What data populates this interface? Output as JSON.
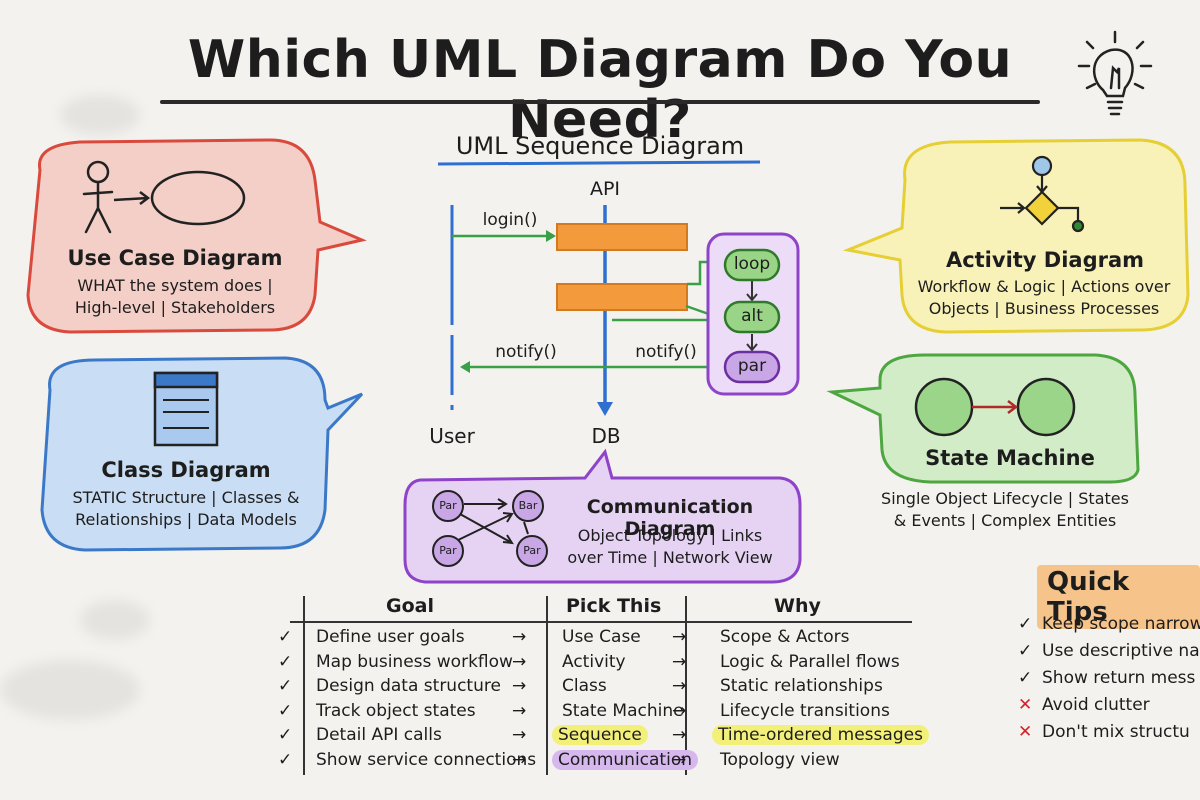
{
  "title": "Which UML Diagram Do You Need?",
  "sequence": {
    "heading": "UML Sequence Diagram",
    "lifelines": {
      "api": "API",
      "user": "User",
      "db": "DB"
    },
    "messages": {
      "login": "login()",
      "notify_left": "notify()",
      "notify_right": "notify()"
    },
    "fragments": [
      "loop",
      "alt",
      "par"
    ]
  },
  "bubbles": {
    "use_case": {
      "title": "Use Case Diagram",
      "lines": [
        "WHAT the system does |",
        "High-level | Stakeholders"
      ],
      "color": "#d94a3d"
    },
    "class": {
      "title": "Class Diagram",
      "lines": [
        "STATIC Structure | Classes &",
        "Relationships | Data Models"
      ],
      "color": "#3b79c8"
    },
    "activity": {
      "title": "Activity Diagram",
      "lines": [
        "Workflow & Logic | Actions over",
        "Objects | Business Processes"
      ],
      "color": "#e5cf34"
    },
    "state": {
      "title": "State Machine",
      "lines": [
        "Single Object Lifecycle | States",
        "& Events | Complex Entities"
      ],
      "color": "#4ea641"
    },
    "communication": {
      "title": "Communication Diagram",
      "lines": [
        "Object Topology | Links",
        "over Time | Network View"
      ],
      "color": "#8e44c8",
      "nodes": [
        "Par",
        "Bar",
        "Par",
        "Par"
      ]
    }
  },
  "table": {
    "headers": [
      "Goal",
      "Pick This",
      "Why"
    ],
    "rows": [
      {
        "goal": "Define user goals",
        "pick": "Use Case",
        "why": "Scope & Actors",
        "highlight": ""
      },
      {
        "goal": "Map business workflow",
        "pick": "Activity",
        "why": "Logic & Parallel flows",
        "highlight": ""
      },
      {
        "goal": "Design data structure",
        "pick": "Class",
        "why": "Static relationships",
        "highlight": ""
      },
      {
        "goal": "Track object states",
        "pick": "State Machine",
        "why": "Lifecycle transitions",
        "highlight": ""
      },
      {
        "goal": "Detail API calls",
        "pick": "Sequence",
        "why": "Time-ordered messages",
        "highlight": "yellow"
      },
      {
        "goal": "Show service connections",
        "pick": "Communication",
        "why": "Topology view",
        "highlight": "purple"
      }
    ],
    "check_symbol": "✓",
    "arrow_symbol": "→"
  },
  "tips": {
    "title": "Quick Tips",
    "items": [
      {
        "text": "Keep scope narrow",
        "ok": true
      },
      {
        "text": "Use descriptive na",
        "ok": true
      },
      {
        "text": "Show return mess",
        "ok": true
      },
      {
        "text": "Avoid clutter",
        "ok": false
      },
      {
        "text": "Don't mix structu",
        "ok": false
      }
    ],
    "ok_symbol": "✓",
    "bad_symbol": "✕"
  },
  "colors": {
    "blue": "#2f6fd0",
    "green": "#3aa046",
    "orange": "#f39a3c",
    "purple": "#8e44c8",
    "loop_fill": "#9ad587",
    "par_fill": "#c9a7e6"
  }
}
